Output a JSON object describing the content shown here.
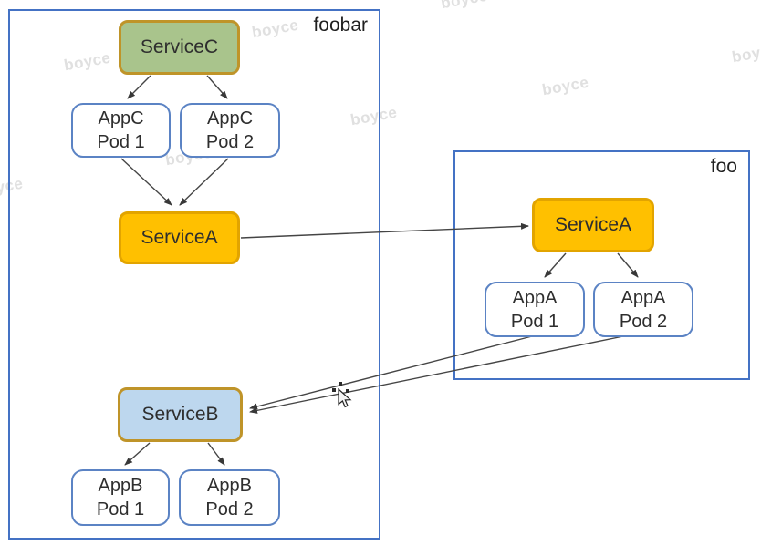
{
  "watermark": {
    "text": "boyce"
  },
  "clusters": {
    "foobar": {
      "label": "foobar"
    },
    "foo": {
      "label": "foo"
    }
  },
  "nodes": {
    "service_c": {
      "label": "ServiceC",
      "fill": "#a9c48c"
    },
    "service_a_foobar": {
      "label": "ServiceA",
      "fill": "#ffc000"
    },
    "service_b": {
      "label": "ServiceB",
      "fill": "#bdd7ee"
    },
    "service_a_foo": {
      "label": "ServiceA",
      "fill": "#ffc000"
    },
    "appc_pod1": {
      "line1": "AppC",
      "line2": "Pod 1"
    },
    "appc_pod2": {
      "line1": "AppC",
      "line2": "Pod 2"
    },
    "appa_pod1": {
      "line1": "AppA",
      "line2": "Pod 1"
    },
    "appa_pod2": {
      "line1": "AppA",
      "line2": "Pod 2"
    },
    "appb_pod1": {
      "line1": "AppB",
      "line2": "Pod 1"
    },
    "appb_pod2": {
      "line1": "AppB",
      "line2": "Pod 2"
    }
  },
  "edges": [
    {
      "from": "service_c",
      "to": "appc_pod1"
    },
    {
      "from": "service_c",
      "to": "appc_pod2"
    },
    {
      "from": "appc_pod1",
      "to": "service_a_foobar"
    },
    {
      "from": "appc_pod2",
      "to": "service_a_foobar"
    },
    {
      "from": "service_a_foobar",
      "to": "service_a_foo"
    },
    {
      "from": "service_a_foo",
      "to": "appa_pod1"
    },
    {
      "from": "service_a_foo",
      "to": "appa_pod2"
    },
    {
      "from": "appa_pod1",
      "to": "service_b"
    },
    {
      "from": "appa_pod2",
      "to": "service_b"
    },
    {
      "from": "service_b",
      "to": "appb_pod1"
    },
    {
      "from": "service_b",
      "to": "appb_pod2"
    }
  ],
  "colors": {
    "cluster_border": "#4472c4",
    "pod_border": "#5b83c4",
    "pod_fill": "#ffffff",
    "service_a_fill": "#ffc000",
    "service_a_border": "#e2a400",
    "service_c_fill": "#a9c48c",
    "service_c_border": "#bf9429",
    "service_b_fill": "#bdd7ee",
    "service_b_border": "#bf9429",
    "arrow": "#454545",
    "watermark": "#e0e0e0",
    "text": "#2e2e2e"
  }
}
